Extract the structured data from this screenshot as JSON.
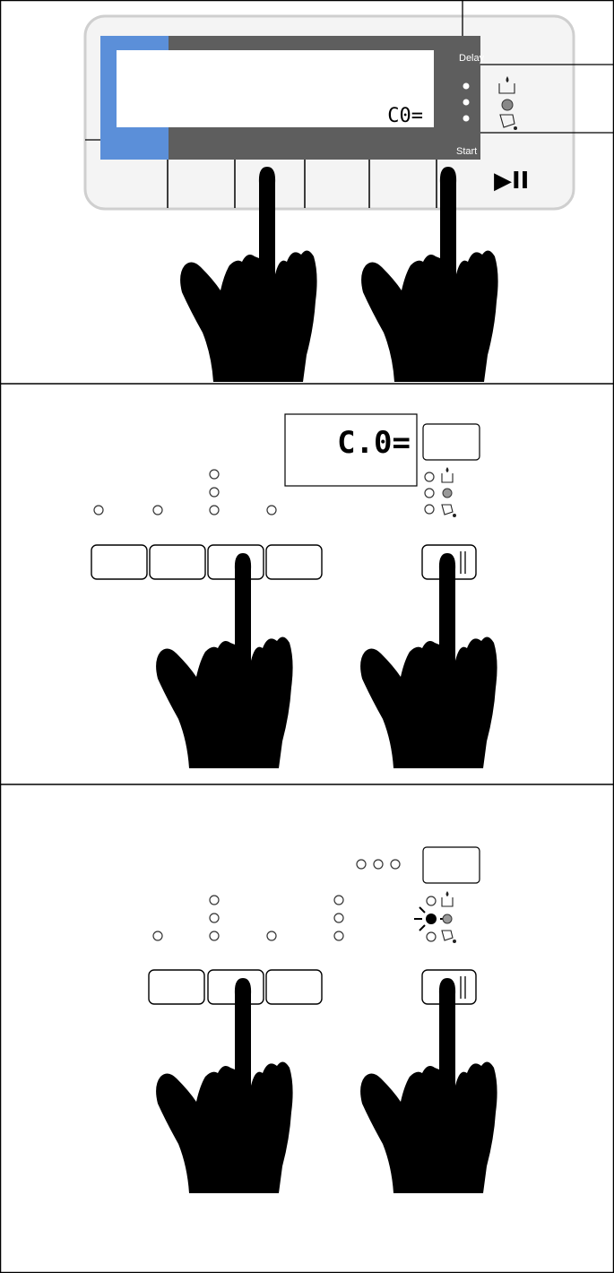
{
  "panel1": {
    "label_delay": "Delay",
    "label_start": "Start",
    "display_code": "C0=",
    "play_pause_symbol": "▶II",
    "accent_color": "#5b8fd9",
    "display_bg": "#5e5e5e"
  },
  "panel2": {
    "display_code": "C.0="
  },
  "panel3": {}
}
